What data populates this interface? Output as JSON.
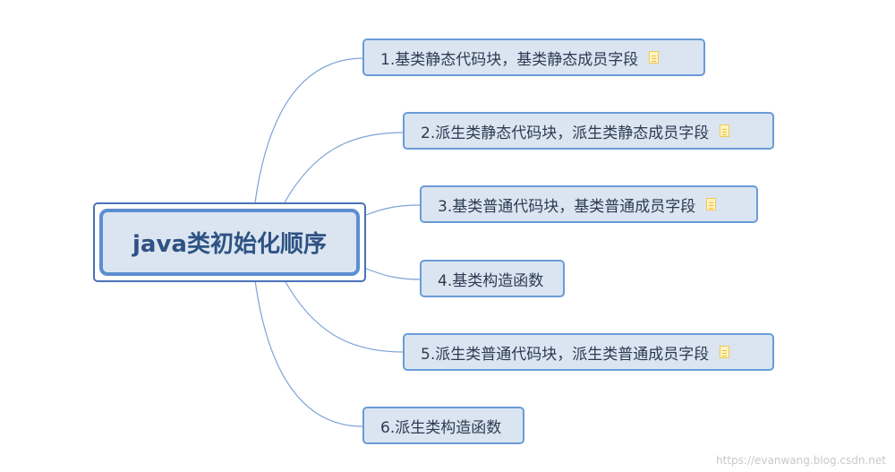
{
  "root": {
    "label": "java类初始化顺序"
  },
  "nodes": [
    {
      "label": "1.基类静态代码块，基类静态成员字段",
      "has_note": true
    },
    {
      "label": "2.派生类静态代码块，派生类静态成员字段",
      "has_note": true
    },
    {
      "label": "3.基类普通代码块，基类普通成员字段",
      "has_note": true
    },
    {
      "label": "4.基类构造函数",
      "has_note": false
    },
    {
      "label": "5.派生类普通代码块，派生类普通成员字段",
      "has_note": true
    },
    {
      "label": "6.派生类构造函数",
      "has_note": false
    }
  ],
  "watermark": "https://evanwang.blog.csdn.net",
  "colors": {
    "line": "#7ea3d6",
    "node_bg": "#dbe5f1",
    "node_border": "#6a9bd8"
  }
}
